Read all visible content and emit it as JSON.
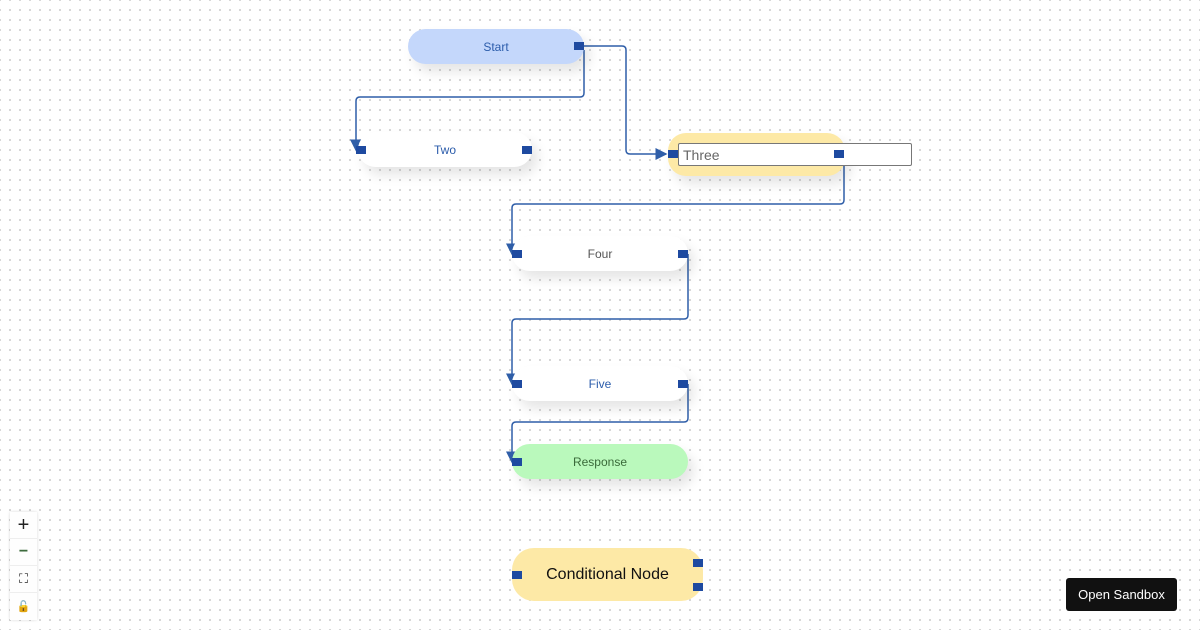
{
  "nodes": {
    "start": "Start",
    "two": "Two",
    "three": "Three",
    "four": "Four",
    "five": "Five",
    "response": "Response",
    "conditional": "Conditional Node"
  },
  "controls": {
    "zoom_in": "+",
    "zoom_out": "−",
    "fit": "⛶",
    "lock": "🔓"
  },
  "sandbox_button": "Open Sandbox",
  "colors": {
    "edge": "#2f5ea8",
    "handle": "#1e4aa0",
    "start": "#c4d7fb",
    "three": "#fde9a6",
    "response": "#baf9bc",
    "conditional": "#fde9a6"
  }
}
